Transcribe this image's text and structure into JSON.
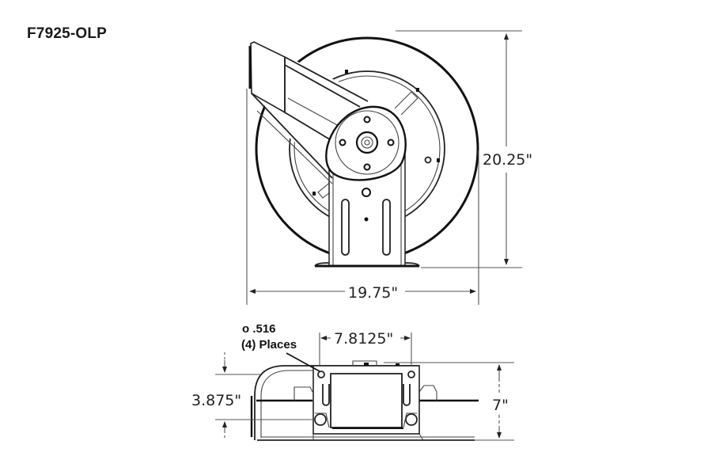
{
  "title": "F7925-OLP",
  "front_view": {
    "height_dimension": "20.25\"",
    "width_dimension": "19.75\""
  },
  "top_view": {
    "hole_note_line1": "o .516",
    "hole_note_line2": "(4) Places",
    "bolt_spacing_dimension": "7.8125\"",
    "depth_dimension": "7\"",
    "base_dimension": "3.875\""
  },
  "colors": {
    "line": "#111111",
    "dimension_line": "#555555",
    "background": "#ffffff"
  }
}
